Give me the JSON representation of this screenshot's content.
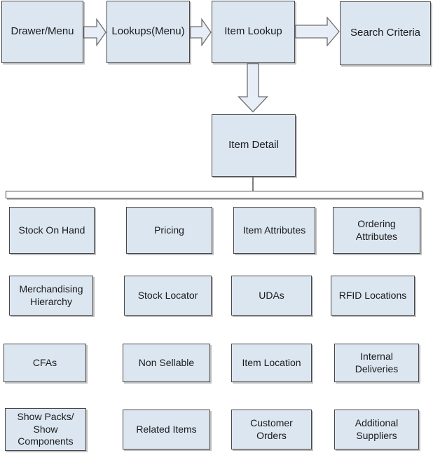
{
  "diagram": {
    "type": "flowchart",
    "flow": {
      "nodes": [
        {
          "label": "Drawer/Menu"
        },
        {
          "label": "Lookups(Menu)"
        },
        {
          "label": "Item Lookup"
        },
        {
          "label": "Search Criteria"
        }
      ],
      "detail_node": {
        "label": "Item Detail"
      }
    },
    "grid": {
      "rows": [
        [
          "Stock On Hand",
          "Pricing",
          "Item Attributes",
          "Ordering\nAttributes"
        ],
        [
          "Merchandising\nHierarchy",
          "Stock Locator",
          "UDAs",
          "RFID Locations"
        ],
        [
          "CFAs",
          "Non Sellable",
          "Item Location",
          "Internal\nDeliveries"
        ],
        [
          "Show Packs/\nShow\nComponents",
          "Related Items",
          "Customer\nOrders",
          "Additional\nSuppliers"
        ]
      ]
    },
    "colors": {
      "node_fill": "#dce6f1",
      "node_border": "#474747",
      "arrow_fill": "#e8eef8",
      "arrow_border": "#6e6e6e",
      "bus_bar_fill": "#ffffff",
      "connector": "#7f7f7f",
      "shadow": "#a0a0a0",
      "text": "#1a1a1a",
      "background": "#ffffff"
    }
  }
}
